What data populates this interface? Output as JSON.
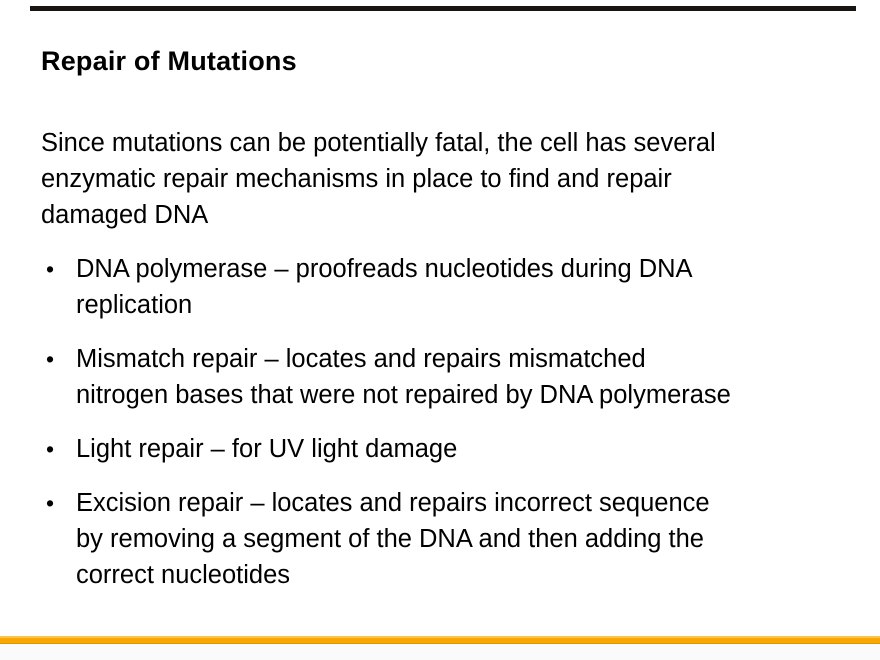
{
  "slide": {
    "title": "Repair of Mutations",
    "paragraph": "Since mutations can be potentially fatal, the cell has several\nenzymatic repair mechanisms in place to find and repair\ndamaged DNA",
    "bullet_glyph": "•",
    "bullets": [
      "DNA polymerase – proofreads nucleotides during DNA\nreplication",
      "Mismatch repair – locates and repairs mismatched\nnitrogen bases that were not repaired by DNA polymerase",
      "Light repair – for UV light damage",
      "Excision repair – locates and repairs incorrect sequence\nby removing a segment of the DNA and then adding the\ncorrect nucleotides"
    ],
    "colors": {
      "background": "#FFFFFF",
      "text": "#000000",
      "top_accent_bar": "#191512",
      "bottom_accent_bar": "#F8A805",
      "footer_strip": "#FAFAFA"
    }
  }
}
